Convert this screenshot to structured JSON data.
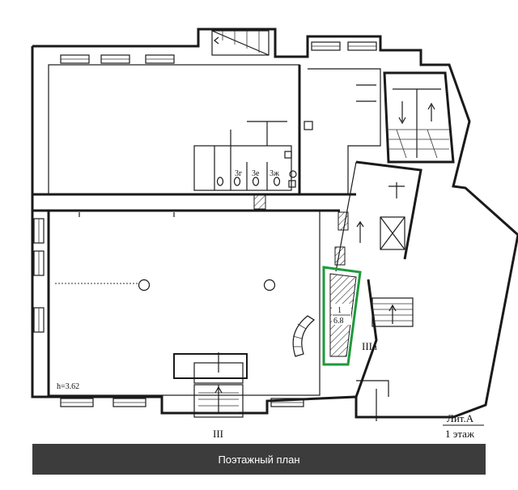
{
  "plan": {
    "room_labels": {
      "r3g": "3г",
      "r3e": "3е",
      "r3zh": "3ж",
      "room_num": "1",
      "room_area": "6.8",
      "ceiling_height": "h=3.62",
      "section_IIIa": "IIIа",
      "section_III": "III"
    },
    "lit": {
      "name": "Лит.А",
      "floor": "1 этаж"
    },
    "highlight_color": "#1e9a3c"
  },
  "caption": {
    "text": "Поэтажный план"
  }
}
